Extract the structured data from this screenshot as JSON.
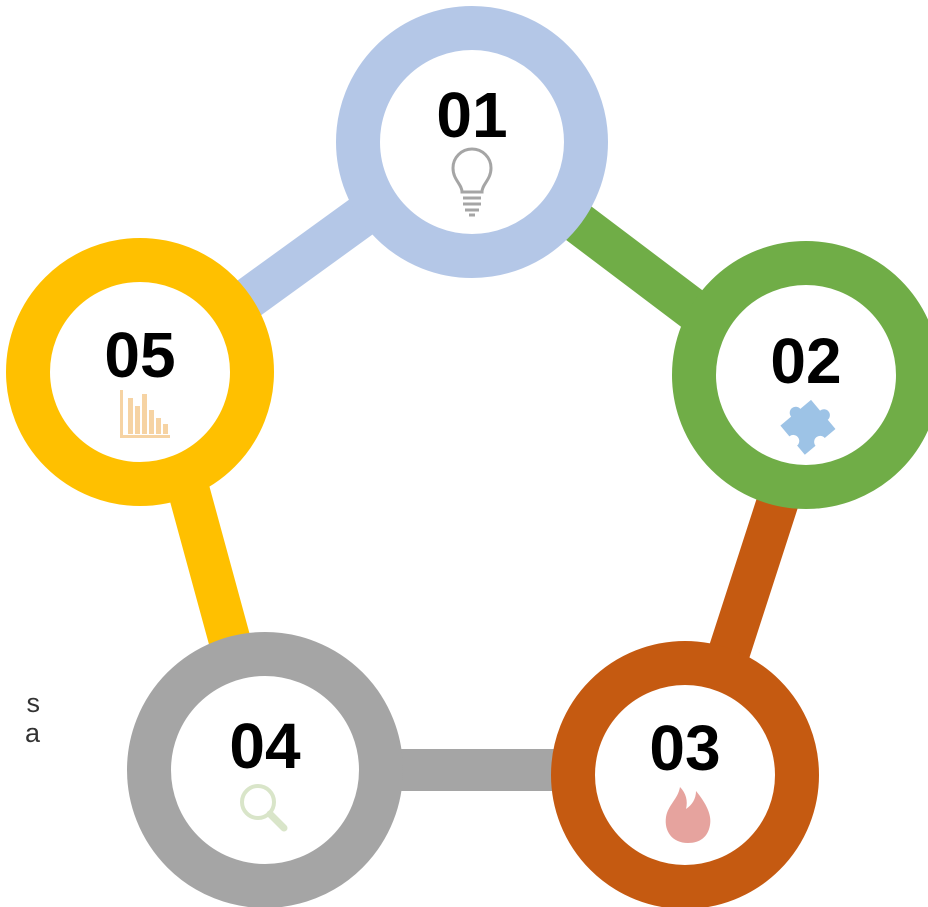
{
  "colors": {
    "step1": "#B4C7E7",
    "step2": "#70AD47",
    "step3": "#C55A11",
    "step4": "#A5A5A5",
    "step5": "#FFC000",
    "icon_bulb": "#A5A5A5",
    "icon_puzzle": "#9DC3E6",
    "icon_flame": "#E6A39E",
    "icon_magnifier": "#D9E5C9",
    "icon_bars": "#F6D3A3"
  },
  "steps": [
    {
      "number": "01",
      "icon": "lightbulb-icon"
    },
    {
      "number": "02",
      "icon": "puzzle-piece-icon"
    },
    {
      "number": "03",
      "icon": "flame-icon"
    },
    {
      "number": "04",
      "icon": "magnifier-icon"
    },
    {
      "number": "05",
      "icon": "bar-chart-icon"
    }
  ],
  "side_text": {
    "line1": "s",
    "line2": "a"
  }
}
